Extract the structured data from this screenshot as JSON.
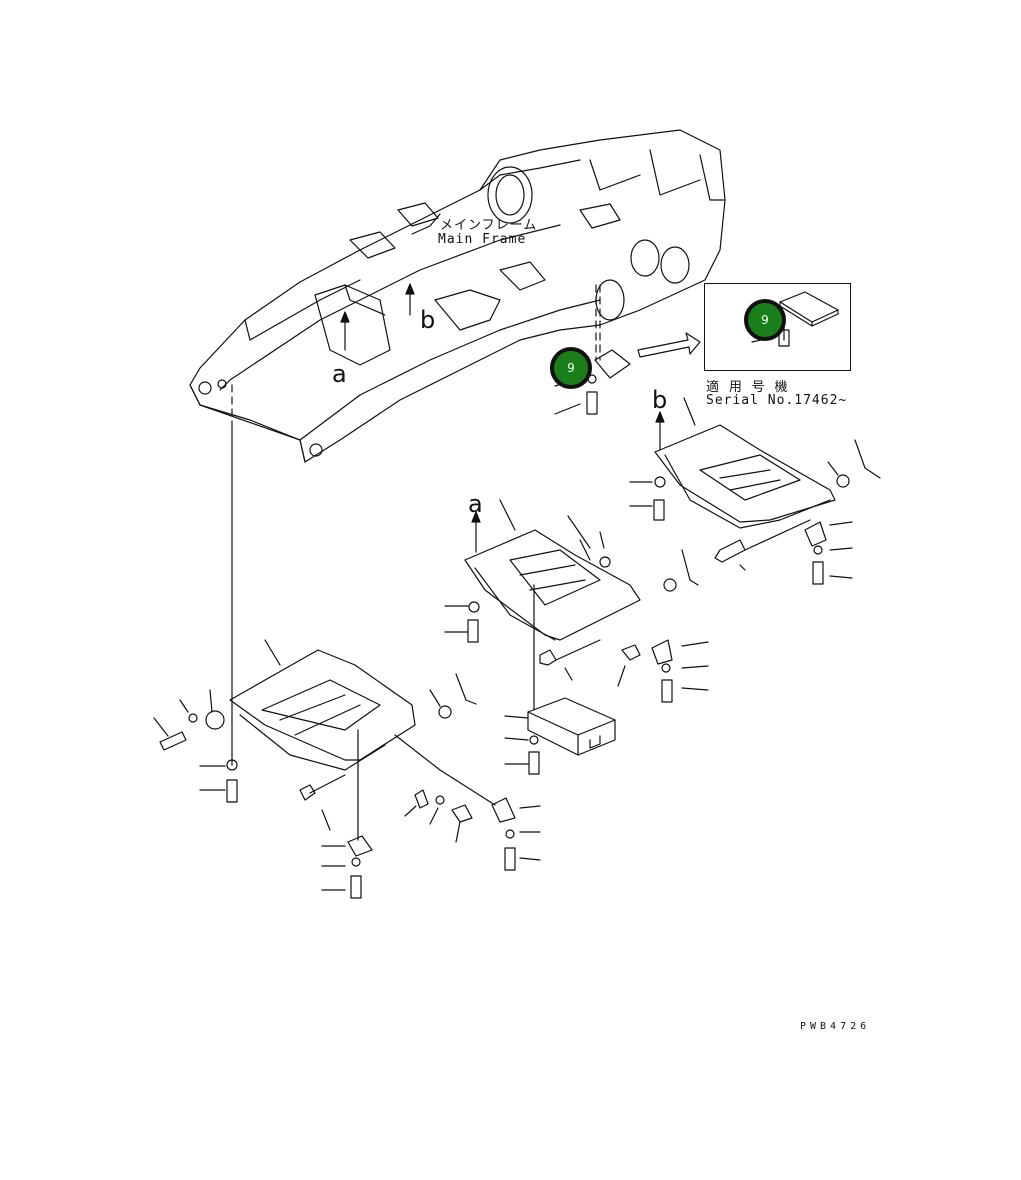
{
  "labels": {
    "main_frame_jp": "メインフレーム",
    "main_frame_en": "Main Frame",
    "serial_jp": "適 用 号 機",
    "serial_en": "Serial No.17462~",
    "drawing_code": "PWB4726"
  },
  "arrow_letters": {
    "a_upper": "a",
    "b_upper": "b",
    "b_lower": "b",
    "a_lower": "a"
  },
  "badges": {
    "main": "9",
    "inset": "9"
  },
  "colors": {
    "badge_fill": "#1a7f1a",
    "line": "#111111"
  }
}
